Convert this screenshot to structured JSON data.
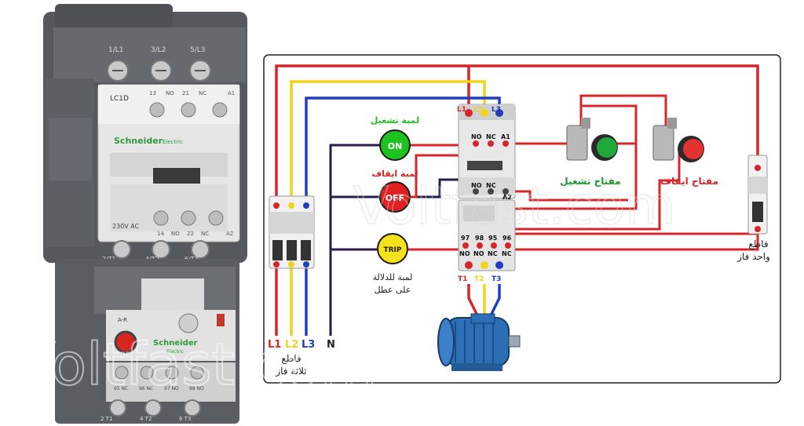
{
  "contactor": {
    "top_terminals": [
      "1/L1",
      "3/L2",
      "5/L3"
    ],
    "model": "LC1D",
    "aux_top": [
      "13",
      "NO",
      "21",
      "NC",
      "A1"
    ],
    "brand": "Schneider",
    "brand_sub": "Electric",
    "coil_voltage": "230V AC",
    "aux_bottom": [
      "14",
      "NO",
      "22",
      "NC",
      "A2"
    ],
    "bottom_terminals": [
      "2/T1",
      "4/T2",
      "6/T3"
    ]
  },
  "overload_relay": {
    "reset_label": "A-R",
    "brand": "Schneider",
    "brand_sub": "Electric",
    "aux": [
      "95 NC",
      "96 NC",
      "97 NO",
      "98 NO"
    ],
    "bottom_terminals": [
      "2 T1",
      "4 T2",
      "6 T3"
    ]
  },
  "watermark": "Voltfast.com",
  "diagram": {
    "supply_labels": [
      "L1",
      "L2",
      "L3",
      "N"
    ],
    "three_phase_breaker_label_1": "قاطع",
    "three_phase_breaker_label_2": "ثلاثة فاز",
    "single_phase_breaker_label_1": "قاطع",
    "single_phase_breaker_label_2": "واحد فاز",
    "contactor_top_labels": [
      "L1",
      "L2",
      "L3"
    ],
    "contactor_aux_labels": [
      "NO",
      "NC",
      "A1"
    ],
    "contactor_aux2_labels": [
      "NO",
      "NC",
      "A2"
    ],
    "relay_top_numbers": [
      "97",
      "98",
      "95",
      "96"
    ],
    "relay_bottom_labels": [
      "NO",
      "NO",
      "NC",
      "NC"
    ],
    "motor_terminal_labels": [
      "T1",
      "T2",
      "T3"
    ],
    "lamp_on": {
      "text": "ON",
      "title": "لمبة تشغيل"
    },
    "lamp_off": {
      "text": "OFF",
      "title": "لمبة ايقاف"
    },
    "lamp_trip": {
      "text": "TRIP",
      "title_1": "لمبة للدلالة",
      "title_2": "على عطل"
    },
    "start_switch_label": "مفتاح تشغيل",
    "stop_switch_label": "مفتاح ايقاف"
  },
  "colors": {
    "l1": "#d7262b",
    "l2": "#f2d21b",
    "l3": "#1f3fbf",
    "neutral": "#2b1b4a",
    "lamp_on": "#1ec21e",
    "lamp_off": "#e02020",
    "lamp_trip": "#f4e21a",
    "contactor_body": "#585c61",
    "device_light": "#e6e6e6"
  }
}
